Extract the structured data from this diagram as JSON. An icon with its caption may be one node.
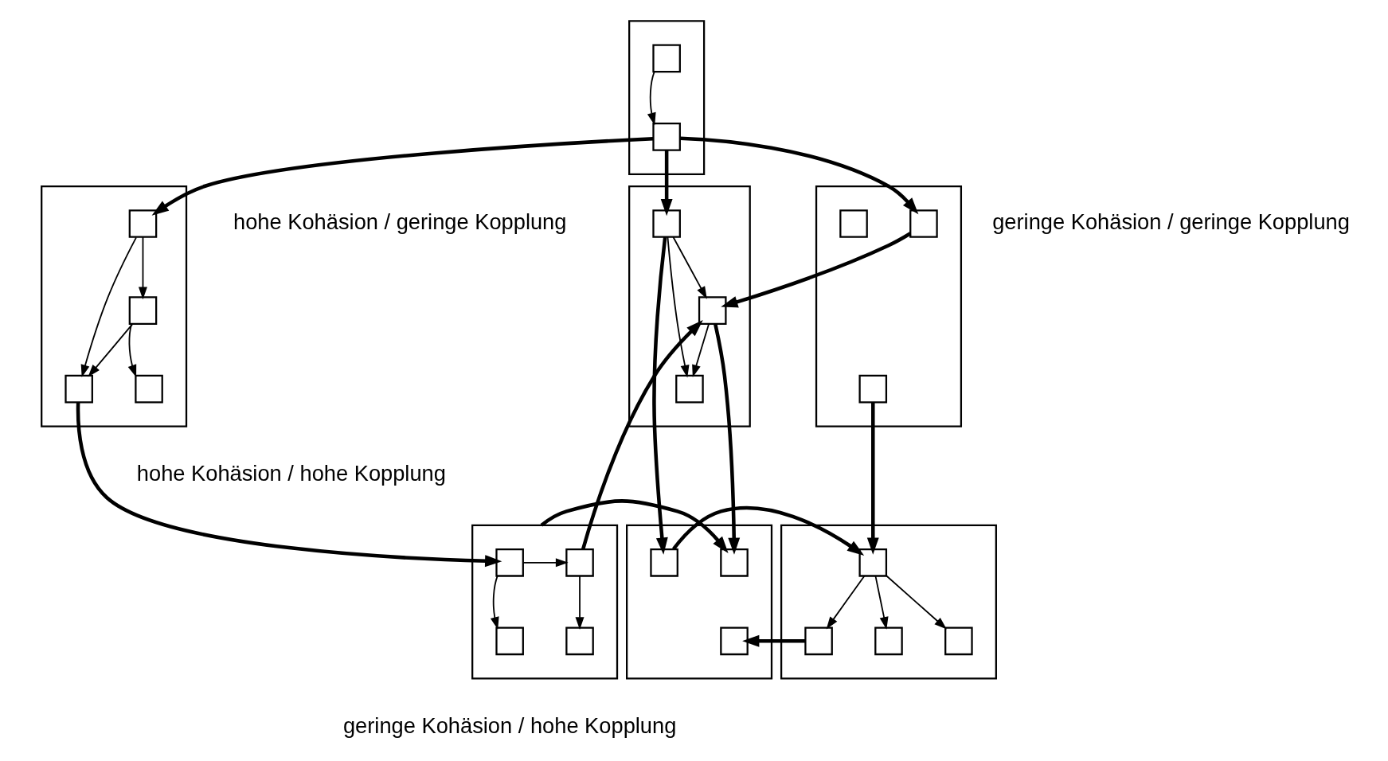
{
  "diagram": {
    "nodes": [
      {
        "text": [],
        "shape": "box"
      },
      {
        "text": [],
        "shape": "box",
        "in": 0
      },
      {
        "text": [],
        "shape": "box",
        "in": 0
      },
      {
        "text": [],
        "shape": "box"
      },
      {
        "text": [],
        "shape": "box",
        "in": 3
      },
      {
        "text": [],
        "shape": "box",
        "in": 3
      },
      {
        "text": [],
        "shape": "box",
        "in": 3
      },
      {
        "text": [],
        "shape": "box",
        "in": 3
      },
      {
        "text": [],
        "shape": "box"
      },
      {
        "text": [],
        "shape": "box",
        "in": 8
      },
      {
        "text": [],
        "shape": "box",
        "in": 8
      },
      {
        "text": [],
        "shape": "box",
        "in": 8
      },
      {
        "text": [],
        "shape": "box"
      },
      {
        "text": [],
        "shape": "box",
        "in": 12
      },
      {
        "text": [],
        "shape": "box",
        "in": 12
      },
      {
        "text": [],
        "shape": "box",
        "in": 12
      },
      {
        "text": [],
        "shape": "box"
      },
      {
        "text": [],
        "shape": "box",
        "in": 16
      },
      {
        "text": [],
        "shape": "box",
        "in": 16
      },
      {
        "text": [],
        "shape": "box",
        "in": 16
      },
      {
        "text": [],
        "shape": "box",
        "in": 16
      },
      {
        "text": [],
        "shape": "box"
      },
      {
        "text": [],
        "shape": "box",
        "in": 21
      },
      {
        "text": [],
        "shape": "box",
        "in": 21
      },
      {
        "text": [],
        "shape": "box",
        "in": 21
      },
      {
        "text": [],
        "shape": "box"
      },
      {
        "text": [],
        "shape": "box",
        "in": 25
      },
      {
        "text": [],
        "shape": "box",
        "in": 25
      },
      {
        "text": [],
        "shape": "box",
        "in": 25
      },
      {
        "text": [],
        "shape": "box",
        "in": 25
      }
    ],
    "edges": [
      {
        "from": 1,
        "to": 2,
        "arrow": "to"
      },
      {
        "from": 2,
        "to": 4,
        "arrow": "to",
        "style": "thick"
      },
      {
        "from": 2,
        "to": 9,
        "arrow": "to",
        "style": "thick"
      },
      {
        "from": 2,
        "to": 13,
        "arrow": "to",
        "style": "thick"
      },
      {
        "from": 4,
        "to": 5,
        "arrow": "to"
      },
      {
        "from": 4,
        "to": 7,
        "arrow": "to"
      },
      {
        "from": 5,
        "to": 6,
        "arrow": "to"
      },
      {
        "from": 5,
        "to": 7,
        "arrow": "to"
      },
      {
        "from": 9,
        "to": 10,
        "arrow": "to"
      },
      {
        "from": 9,
        "to": 11,
        "arrow": "to"
      },
      {
        "from": 10,
        "to": 11,
        "arrow": "to"
      },
      {
        "from": 13,
        "to": 10,
        "arrow": "to",
        "style": "thick"
      },
      {
        "from": 7,
        "to": 17,
        "arrow": "to",
        "style": "thick"
      },
      {
        "from": 18,
        "to": 10,
        "arrow": "to",
        "style": "thick"
      },
      {
        "from": 10,
        "to": 22,
        "arrow": "to",
        "style": "thick"
      },
      {
        "from": 9,
        "to": 23,
        "arrow": "to",
        "style": "thick"
      },
      {
        "from": 15,
        "to": 26,
        "arrow": "to",
        "style": "thick"
      },
      {
        "from": 17,
        "to": 18,
        "arrow": "to"
      },
      {
        "from": 17,
        "to": 19,
        "arrow": "to"
      },
      {
        "from": 18,
        "to": 20,
        "arrow": "to"
      },
      {
        "from": 16,
        "to": 22,
        "arrow": "to",
        "style": "thick"
      },
      {
        "from": 23,
        "to": 26,
        "arrow": "to",
        "style": "thick"
      },
      {
        "from": 27,
        "to": 24,
        "arrow": "to",
        "style": "thick"
      },
      {
        "from": 26,
        "to": 27,
        "arrow": "to"
      },
      {
        "from": 26,
        "to": 28,
        "arrow": "to"
      },
      {
        "from": 26,
        "to": 29,
        "arrow": "to"
      }
    ],
    "labels": [
      "hohe Kohäsion / geringe Kopplung",
      "geringe Kohäsion / geringe Kopplung",
      "hohe Kohäsion / hohe Kopplung",
      "geringe Kohäsion / hohe Kopplung"
    ]
  }
}
